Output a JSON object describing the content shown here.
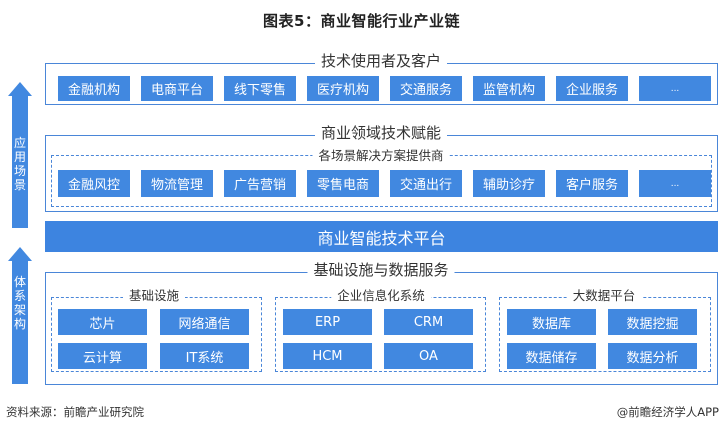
{
  "title": "图表5：商业智能行业产业链",
  "left_arrows": [
    {
      "label": "应用场景",
      "chars": [
        "应",
        "用",
        "场",
        "景"
      ]
    },
    {
      "label": "体系架构",
      "chars": [
        "体",
        "系",
        "架",
        "构"
      ]
    }
  ],
  "users_section": {
    "title": "技术使用者及客户",
    "items": [
      "金融机构",
      "电商平台",
      "线下零售",
      "医疗机构",
      "交通服务",
      "监管机构",
      "企业服务",
      "..."
    ]
  },
  "empower_section": {
    "title": "商业领域技术赋能",
    "subtitle": "各场景解决方案提供商",
    "items": [
      "金融风控",
      "物流管理",
      "广告营销",
      "零售电商",
      "交通出行",
      "辅助诊疗",
      "客户服务",
      "..."
    ]
  },
  "platform": {
    "label": "商业智能技术平台"
  },
  "infra_section": {
    "title": "基础设施与数据服务",
    "groups": [
      {
        "title": "基础设施",
        "items": [
          "芯片",
          "网络通信",
          "云计算",
          "IT系统"
        ]
      },
      {
        "title": "企业信息化系统",
        "items": [
          "ERP",
          "CRM",
          "HCM",
          "OA"
        ]
      },
      {
        "title": "大数据平台",
        "items": [
          "数据库",
          "数据挖掘",
          "数据储存",
          "数据分析"
        ]
      }
    ]
  },
  "footer": {
    "source": "资料来源：前瞻产业研究院",
    "credit": "@前瞻经济学人APP"
  },
  "colors": {
    "chip": "#4188e0",
    "border": "#4a86d8",
    "platform": "#3d84e0"
  }
}
